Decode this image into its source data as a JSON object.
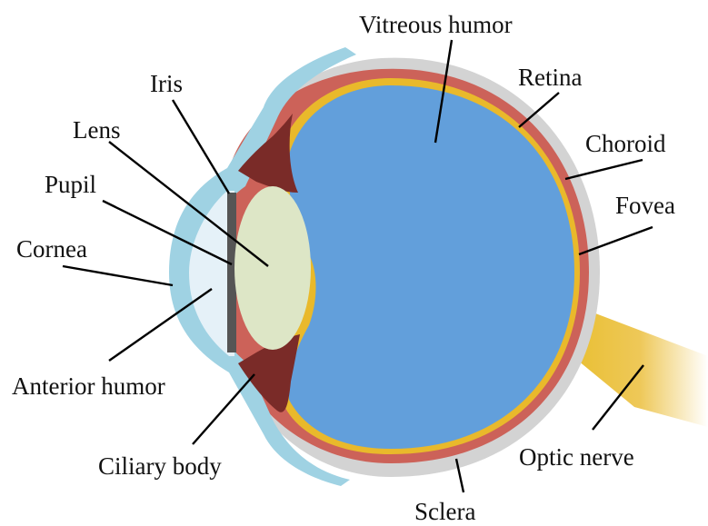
{
  "labels": {
    "vitreous_humor": "Vitreous humor",
    "retina": "Retina",
    "choroid": "Choroid",
    "fovea": "Fovea",
    "iris": "Iris",
    "lens": "Lens",
    "pupil": "Pupil",
    "cornea": "Cornea",
    "anterior_humor": "Anterior humor",
    "ciliary_body": "Ciliary body",
    "optic_nerve": "Optic nerve",
    "sclera": "Sclera"
  },
  "colors": {
    "sclera": "#d3d3d3",
    "choroid": "#cc6259",
    "retina": "#e9b92b",
    "vitreous": "#629fdb",
    "cornea": "#9fd2e3",
    "anterior_chamber": "#e5f1f8",
    "lens": "#dde6c6",
    "ciliary_dark": "#7a2b28",
    "iris": "#555555",
    "optic_nerve": "#e8bd2a",
    "leader": "#000000"
  }
}
